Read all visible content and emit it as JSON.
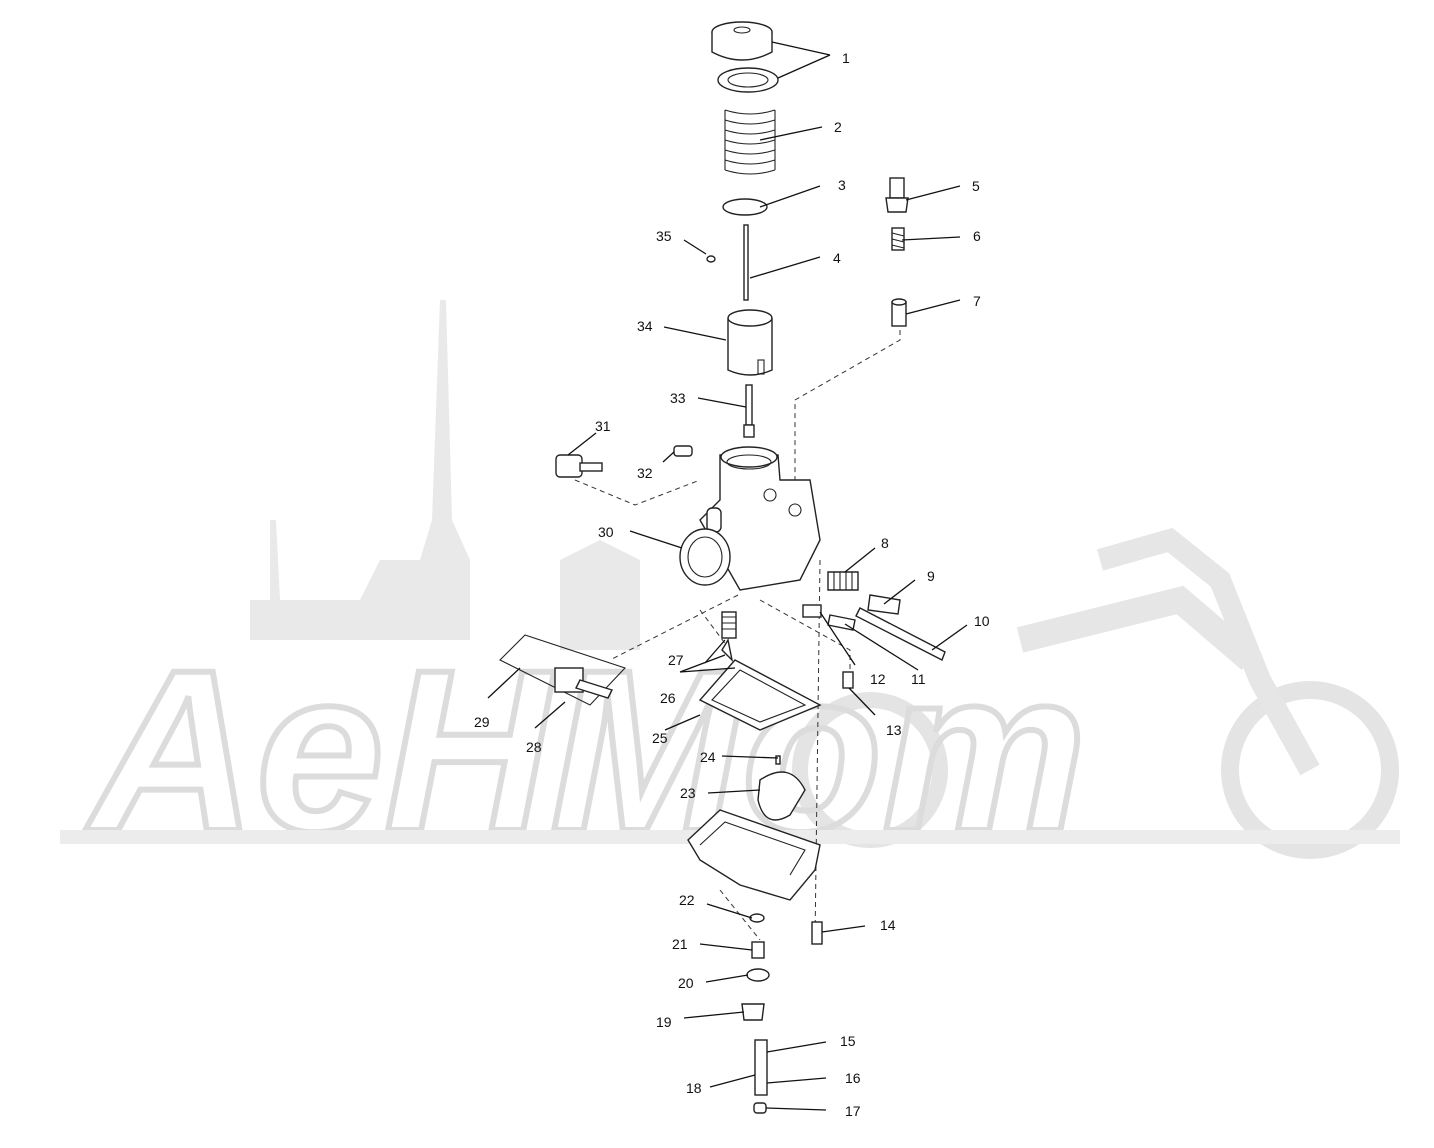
{
  "watermark": {
    "text": "AeHMom",
    "color": "#e6e6e6"
  },
  "callouts": [
    "1",
    "2",
    "3",
    "4",
    "5",
    "6",
    "7",
    "8",
    "9",
    "10",
    "11",
    "12",
    "13",
    "14",
    "15",
    "16",
    "17",
    "18",
    "19",
    "20",
    "21",
    "22",
    "23",
    "24",
    "25",
    "26",
    "27",
    "28",
    "29",
    "30",
    "31",
    "32",
    "33",
    "34",
    "35"
  ],
  "colors": {
    "line": "#222222",
    "background": "#ffffff"
  }
}
